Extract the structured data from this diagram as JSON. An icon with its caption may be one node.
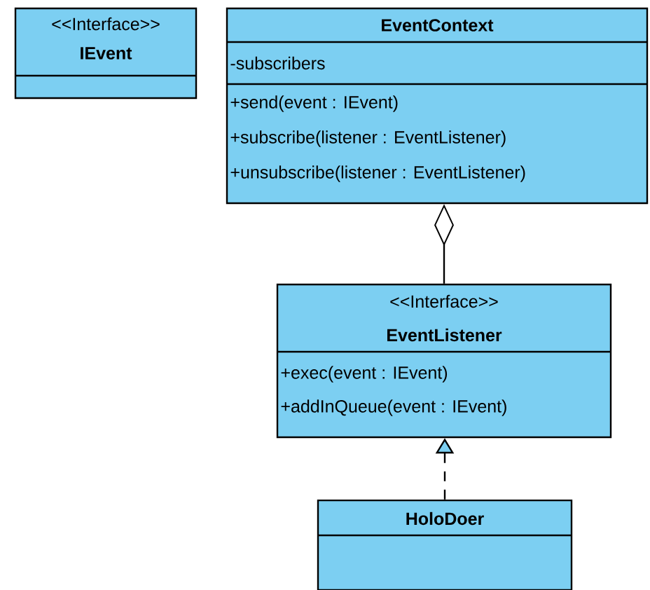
{
  "diagram": {
    "nodes": [
      {
        "text": [
          "<<Interface>>",
          "IEvent"
        ]
      },
      {
        "text": [
          "EventContext",
          "-subscribers",
          "+send(event : IEvent)",
          "+subscribe(listener : EventListener)",
          "+unsubscribe(listener : EventListener)"
        ]
      },
      {
        "text": [
          "<<Interface>>",
          "EventListener",
          "+exec(event : IEvent)",
          "+addInQueue(event : IEvent)"
        ]
      },
      {
        "text": [
          "HoloDoer"
        ]
      }
    ],
    "edges": [
      {
        "from": 2,
        "to": 1,
        "arrow": "other"
      },
      {
        "from": 3,
        "to": 2,
        "arrow": "to",
        "style": "dashed"
      }
    ]
  }
}
